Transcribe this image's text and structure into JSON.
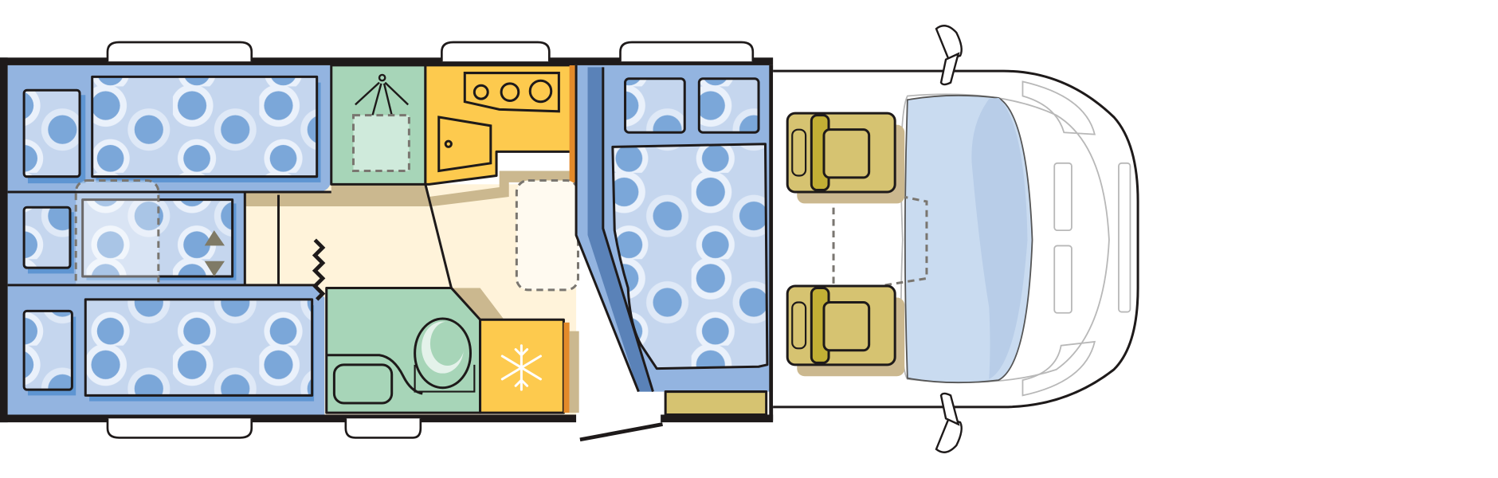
{
  "diagram": {
    "type": "motorhome-floor-plan",
    "colors": {
      "wall": "#1e1a1a",
      "bed_panel": "#93b4e0",
      "mattress": "#c5d6ee",
      "dot": "#7ba7d9",
      "shadow_blue": "#5e95d2",
      "wet_room": "#a7d5b8",
      "kitchen": "#fdca4e",
      "kitchen_edge": "#e38a2a",
      "floor": "#fff3da",
      "floor_shadow": "#cbb88f",
      "cab_seat": "#d6c371",
      "cab_seat_dark": "#c2af35",
      "windshield": "#c9dbf0",
      "cab_line": "#bfbfbf"
    },
    "zones": [
      {
        "name": "rear-bunk-upper",
        "icon": "bed-icon"
      },
      {
        "name": "rear-bunk-middle",
        "icon": "bed-icon"
      },
      {
        "name": "rear-bunk-lower",
        "icon": "bed-icon"
      },
      {
        "name": "shower",
        "icon": "shower-icon"
      },
      {
        "name": "kitchen",
        "icon": "hob-icon"
      },
      {
        "name": "washroom",
        "icon": "toilet-icon"
      },
      {
        "name": "fridge",
        "icon": "snowflake-icon"
      },
      {
        "name": "front-bed",
        "icon": "bed-icon"
      },
      {
        "name": "cab",
        "icon": "steering-seat-icon"
      },
      {
        "name": "entry-door",
        "icon": "door-icon"
      }
    ]
  }
}
